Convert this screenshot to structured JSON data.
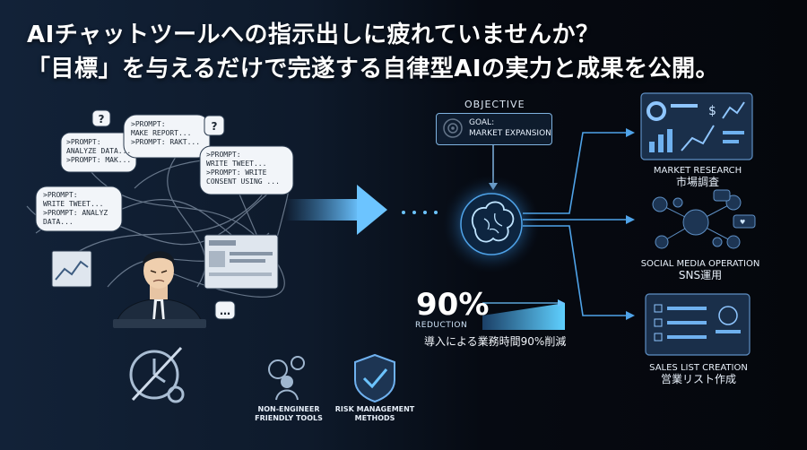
{
  "headline": {
    "line1": "AIチャットツールへの指示出しに疲れていませんか？",
    "line2": "「目標」を与えるだけで完遂する自律型AIの実力と成果を公開。"
  },
  "bubbles": [
    {
      "lines": ">PROMPT:\nANALYZE DATA...\n>PROMPT: MAK..."
    },
    {
      "lines": ">PROMPT:\nMAKE REPORT...\n>PROMPT: RAKT..."
    },
    {
      "lines": ">PROMPT:\nWRITE TWEET...\n>PROMPT: WRITE\nCONSENT USING ..."
    },
    {
      "lines": ">PROMPT:\nWRITE TWEET...\n>PROMPT: ANALYZ\nDATA..."
    }
  ],
  "objective": {
    "title": "OBJECTIVE",
    "goal": "GOAL:\nMARKET EXPANSION"
  },
  "stat": {
    "value": "90%",
    "label": "REDUCTION",
    "caption": "導入による業務時間90%削減",
    "reduction": 0.9
  },
  "outputs": [
    {
      "en": "MARKET RESEARCH",
      "jp": "市場調査"
    },
    {
      "en": "SOCIAL MEDIA OPERATION",
      "jp": "SNS運用"
    },
    {
      "en": "SALES LIST CREATION",
      "jp": "営業リスト作成"
    }
  ],
  "features": [
    {
      "label": "NON-ENGINEER\nFRIENDLY TOOLS"
    },
    {
      "label": "RISK MANAGEMENT\nMETHODS"
    }
  ],
  "colors": {
    "accent": "#4fa3e8",
    "glow": "#6cc4ff",
    "navy": "#122238",
    "dark": "#05070c"
  }
}
